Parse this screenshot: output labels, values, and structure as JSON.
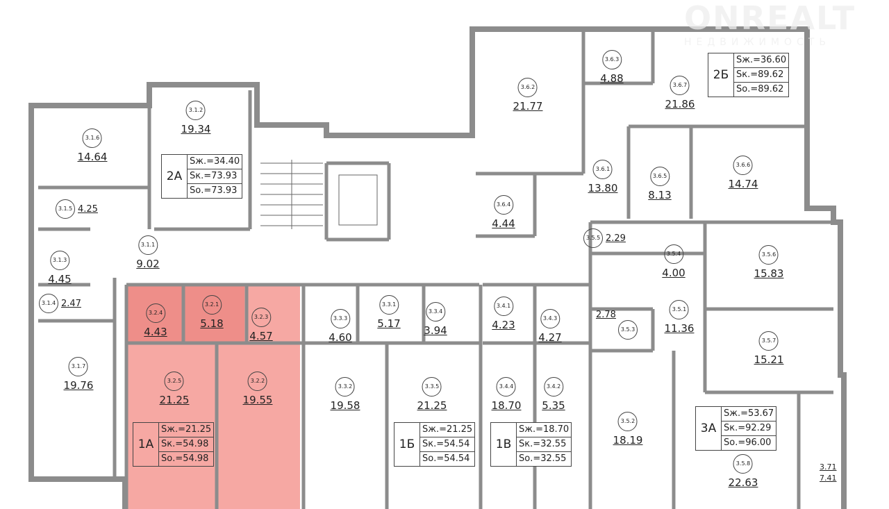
{
  "watermark": {
    "brand": "ONREALT",
    "subtitle": "НЕДВИЖИМОСТЬ"
  },
  "colors": {
    "highlight": "#f6a8a3",
    "highlight_dark": "#ee8e89",
    "wall": "#8c8c8c"
  },
  "rooms": [
    {
      "id": "3.1.6",
      "area": "14.64"
    },
    {
      "id": "3.1.2",
      "area": "19.34"
    },
    {
      "id": "3.1.5",
      "area": "4.25"
    },
    {
      "id": "3.1.1",
      "area": "9.02"
    },
    {
      "id": "3.1.3",
      "area": "4.45"
    },
    {
      "id": "3.1.4",
      "area": "2.47"
    },
    {
      "id": "3.1.7",
      "area": "19.76"
    },
    {
      "id": "3.2.4",
      "area": "4.43"
    },
    {
      "id": "3.2.1",
      "area": "5.18"
    },
    {
      "id": "3.2.3",
      "area": "4.57"
    },
    {
      "id": "3.2.5",
      "area": "21.25"
    },
    {
      "id": "3.2.2",
      "area": "19.55"
    },
    {
      "id": "3.3.3",
      "area": "4.60"
    },
    {
      "id": "3.3.1",
      "area": "5.17"
    },
    {
      "id": "3.3.4",
      "area": "3.94"
    },
    {
      "id": "3.3.2",
      "area": "19.58"
    },
    {
      "id": "3.3.5",
      "area": "21.25"
    },
    {
      "id": "3.4.1",
      "area": "4.23"
    },
    {
      "id": "3.4.3",
      "area": "4.27"
    },
    {
      "id": "3.4.4",
      "area": "18.70"
    },
    {
      "id": "3.4.2",
      "area": "5.35"
    },
    {
      "id": "3.6.2",
      "area": "21.77"
    },
    {
      "id": "3.6.3",
      "area": "4.88"
    },
    {
      "id": "3.6.7",
      "area": "21.86"
    },
    {
      "id": "3.6.1",
      "area": "13.80"
    },
    {
      "id": "3.6.5",
      "area": "8.13"
    },
    {
      "id": "3.6.6",
      "area": "14.74"
    },
    {
      "id": "3.6.4",
      "area": "4.44"
    },
    {
      "id": "3.5.5",
      "area": "2.29"
    },
    {
      "id": "3.5.4",
      "area": "4.00"
    },
    {
      "id": "3.5.6",
      "area": "15.83"
    },
    {
      "id": "3.5.1",
      "area": "11.36"
    },
    {
      "id": "3.5.3",
      "area": "2.78"
    },
    {
      "id": "3.5.7",
      "area": "15.21"
    },
    {
      "id": "3.5.2",
      "area": "18.19"
    },
    {
      "id": "3.5.8",
      "area": "22.63"
    }
  ],
  "balcony": {
    "area1": "3.71",
    "area2": "7.41"
  },
  "apartments": [
    {
      "code": "2А",
      "living": "Sж.=34.40",
      "kitchen_total": "Sк.=73.93",
      "total": "Sо.=73.93"
    },
    {
      "code": "2Б",
      "living": "Sж.=36.60",
      "kitchen_total": "Sк.=89.62",
      "total": "Sо.=89.62"
    },
    {
      "code": "1А",
      "living": "Sж.=21.25",
      "kitchen_total": "Sк.=54.98",
      "total": "Sо.=54.98",
      "highlighted": true
    },
    {
      "code": "1Б",
      "living": "Sж.=21.25",
      "kitchen_total": "Sк.=54.54",
      "total": "Sо.=54.54"
    },
    {
      "code": "1В",
      "living": "Sж.=18.70",
      "kitchen_total": "Sк.=32.55",
      "total": "Sо.=32.55"
    },
    {
      "code": "3А",
      "living": "Sж.=53.67",
      "kitchen_total": "Sк.=92.29",
      "total": "Sо.=96.00"
    }
  ]
}
